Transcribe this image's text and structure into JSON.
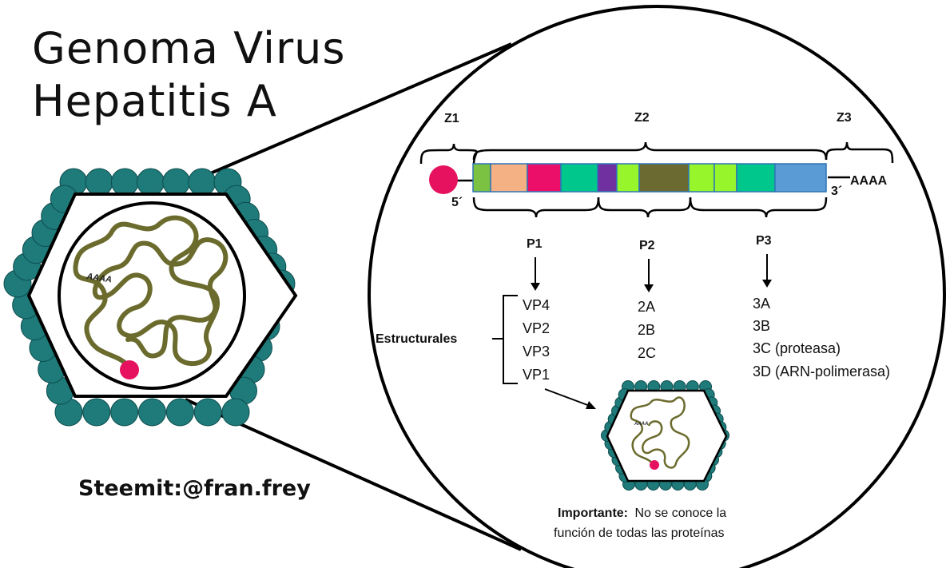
{
  "title": {
    "line1": "Genoma Virus",
    "line2": "Hepatitis A"
  },
  "credit": "Steemit:@fran.frey",
  "colors": {
    "capsomer": "#1f7a7a",
    "rna": "#6b6b2e",
    "cap": "#e6125f",
    "outline": "#000000"
  },
  "genome": {
    "regions": {
      "z1": "Z1",
      "z2": "Z2",
      "z3": "Z3"
    },
    "ends": {
      "five": "5´",
      "three": "3´",
      "polya": "AAAA"
    },
    "segments_colors": [
      "#7bc142",
      "#f4b183",
      "#ec0f69",
      "#00c78c",
      "#7030a0",
      "#97f52b",
      "#6b6a30",
      "#97f52b",
      "#97f52b",
      "#00c78c",
      "#5b9bd5"
    ]
  },
  "polyproteins": {
    "p1": "P1",
    "p2": "P2",
    "p3": "P3"
  },
  "proteins": {
    "p1": [
      "VP4",
      "VP2",
      "VP3",
      "VP1"
    ],
    "p2": [
      "2A",
      "2B",
      "2C"
    ],
    "p3": [
      "3A",
      "3B",
      "3C (proteasa)",
      "3D (ARN-polimerasa)"
    ]
  },
  "structural_label": "Estructurales",
  "virion_polya": "AAAA",
  "note": {
    "bold": "Importante:",
    "line1": "No se conoce la",
    "line2": "función de todas las proteínas"
  }
}
